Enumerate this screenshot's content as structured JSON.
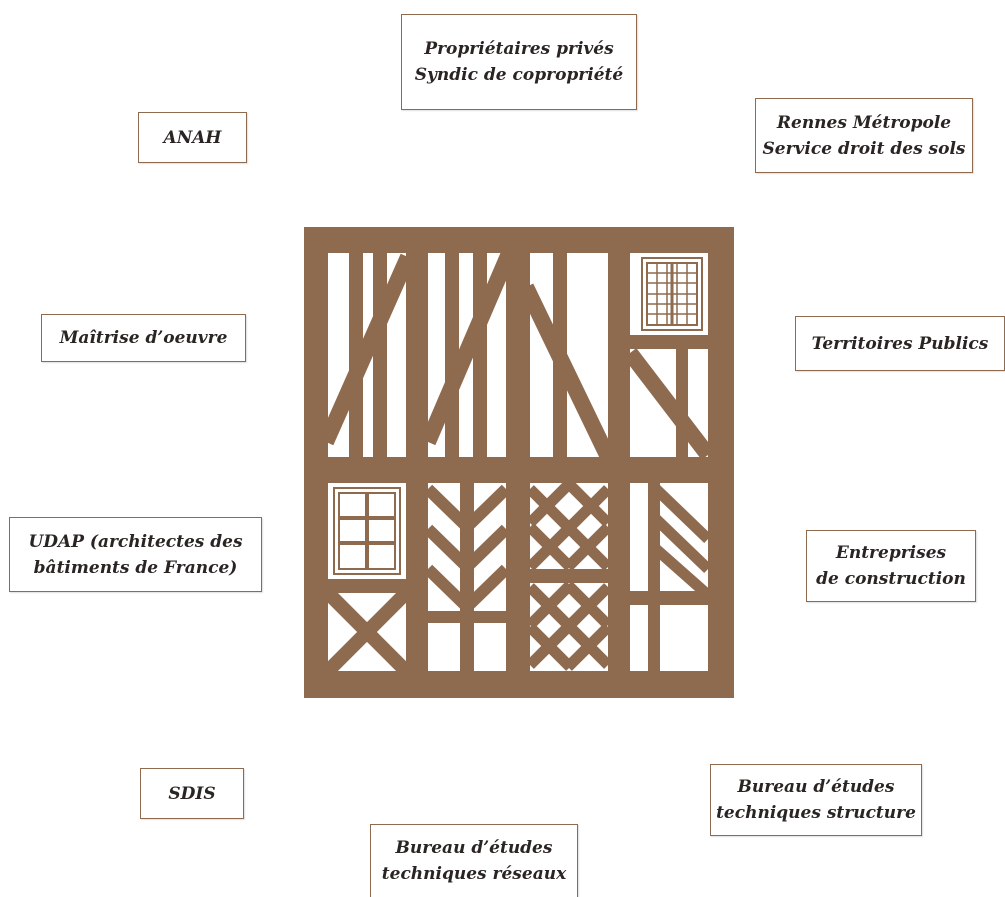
{
  "center": {
    "icon": "half-timbered-facade-icon",
    "timber_color": "#8e6a4f"
  },
  "actors": [
    {
      "id": "proprietaires",
      "lines": [
        "Propriétaires privés",
        "Syndic de copropriété"
      ]
    },
    {
      "id": "anah",
      "lines": [
        "ANAH"
      ]
    },
    {
      "id": "rennes",
      "lines": [
        "Rennes Métropole",
        "Service droit des sols"
      ]
    },
    {
      "id": "maitrise",
      "lines": [
        "Maîtrise d’oeuvre"
      ]
    },
    {
      "id": "territoires",
      "lines": [
        "Territoires Publics"
      ]
    },
    {
      "id": "udap",
      "lines": [
        "UDAP (architectes des",
        "bâtiments de France)"
      ]
    },
    {
      "id": "entreprises",
      "lines": [
        "Entreprises",
        "de construction"
      ]
    },
    {
      "id": "sdis",
      "lines": [
        "SDIS"
      ]
    },
    {
      "id": "bet-structure",
      "lines": [
        "Bureau d’études",
        "techniques structure"
      ]
    },
    {
      "id": "bet-reseaux",
      "lines": [
        "Bureau d’études",
        "techniques réseaux"
      ]
    }
  ]
}
